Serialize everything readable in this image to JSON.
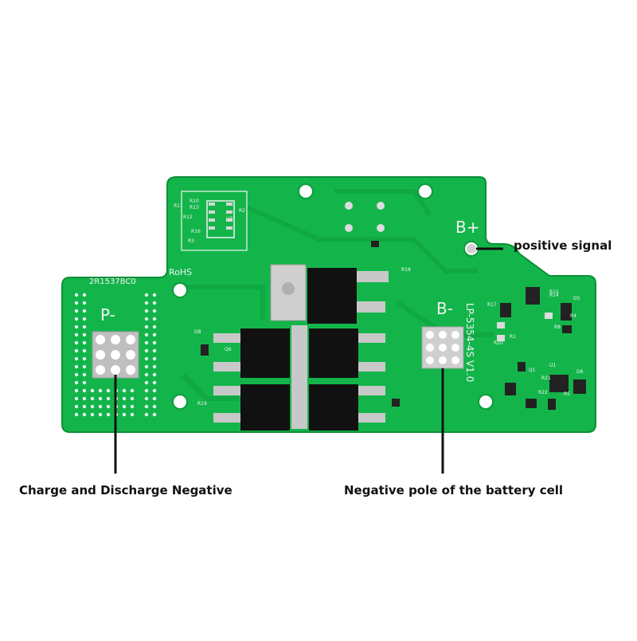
{
  "board": {
    "colors": {
      "pcb": "#13b54a",
      "pcb_dark": "#0e9a3d",
      "trace": "#10a844",
      "silkscreen": "#f2f2f2",
      "pad": "#d9d9d9",
      "mosfet": "#111111"
    },
    "silk": {
      "batch_code": "2R1537BC0",
      "rohs": "RoHS",
      "p_minus": "P-",
      "b_plus": "B+",
      "b_minus": "B-",
      "model": "LP-5354-4S V1.0",
      "refs": [
        "R11",
        "R13",
        "R12",
        "R16",
        "R3",
        "R10",
        "U3",
        "R2",
        "D8",
        "Q6",
        "R19",
        "R18",
        "R14",
        "Q1",
        "R17",
        "R15",
        "R20",
        "R21",
        "R1",
        "U1",
        "R22",
        "R5",
        "R4",
        "R8",
        "D5",
        "D6"
      ]
    }
  },
  "callouts": {
    "positive_signal": "positive signal",
    "charge_discharge_negative": "Charge and Discharge Negative",
    "battery_cell_negative": "Negative pole of the battery cell"
  }
}
